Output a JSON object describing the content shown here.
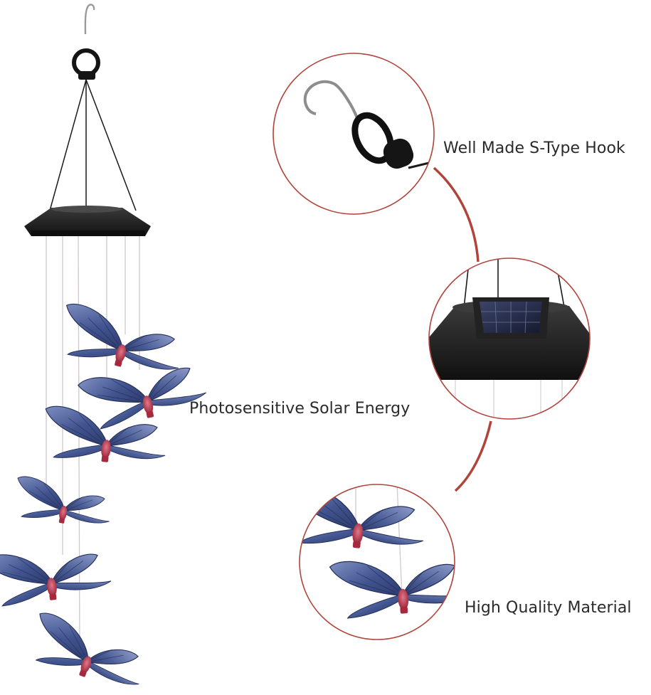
{
  "callouts": {
    "hook": "Well Made S-Type Hook",
    "solar": "Photosensitive Solar Energy",
    "material": "High Quality Material"
  },
  "colors": {
    "accent": "#b0443a",
    "plastic": "#1c1c1c",
    "wing": "#4a5f9c",
    "body": "#b73c4b"
  }
}
